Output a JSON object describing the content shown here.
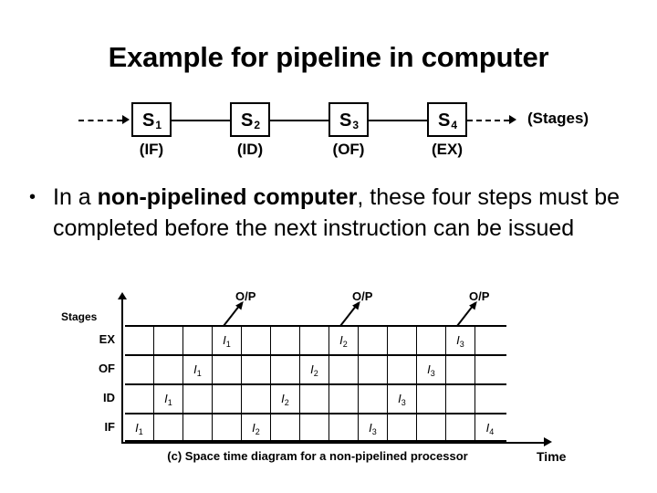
{
  "slide": {
    "title": "Example for pipeline in computer",
    "background_color": "#ffffff",
    "text_color": "#000000"
  },
  "stage_diagram": {
    "entry_arrow": "arrow-right",
    "output_label": "(Stages)",
    "stages": [
      {
        "box_label": "S",
        "box_subscript": "1",
        "sublabel": "(IF)"
      },
      {
        "box_label": "S",
        "box_subscript": "2",
        "sublabel": "(ID)"
      },
      {
        "box_label": "S",
        "box_subscript": "3",
        "sublabel": "(OF)"
      },
      {
        "box_label": "S",
        "box_subscript": "4",
        "sublabel": "(EX)"
      }
    ]
  },
  "bullet": {
    "marker": "•",
    "text_before_bold": "In a ",
    "bold_text": "non-pipelined computer",
    "text_after_bold": ", these four steps must be completed before the next instruction can be issued"
  },
  "spacetime": {
    "y_axis_title": "Stages",
    "x_axis_label": "Time",
    "caption": "(c) Space time diagram for a non-pipelined processor",
    "output_markers": [
      {
        "label": "O/P"
      },
      {
        "label": "O/P"
      },
      {
        "label": "O/P"
      }
    ],
    "columns": 13,
    "rows": [
      {
        "label": "EX",
        "cells": [
          {
            "col": 4,
            "instruction": "I",
            "subscript": "1"
          },
          {
            "col": 8,
            "instruction": "I",
            "subscript": "2"
          },
          {
            "col": 12,
            "instruction": "I",
            "subscript": "3"
          }
        ]
      },
      {
        "label": "OF",
        "cells": [
          {
            "col": 3,
            "instruction": "I",
            "subscript": "1"
          },
          {
            "col": 7,
            "instruction": "I",
            "subscript": "2"
          },
          {
            "col": 11,
            "instruction": "I",
            "subscript": "3"
          }
        ]
      },
      {
        "label": "ID",
        "cells": [
          {
            "col": 2,
            "instruction": "I",
            "subscript": "1"
          },
          {
            "col": 6,
            "instruction": "I",
            "subscript": "2"
          },
          {
            "col": 10,
            "instruction": "I",
            "subscript": "3"
          }
        ]
      },
      {
        "label": "IF",
        "cells": [
          {
            "col": 1,
            "instruction": "I",
            "subscript": "1"
          },
          {
            "col": 5,
            "instruction": "I",
            "subscript": "2"
          },
          {
            "col": 9,
            "instruction": "I",
            "subscript": "3"
          },
          {
            "col": 13,
            "instruction": "I",
            "subscript": "4"
          }
        ]
      }
    ]
  }
}
